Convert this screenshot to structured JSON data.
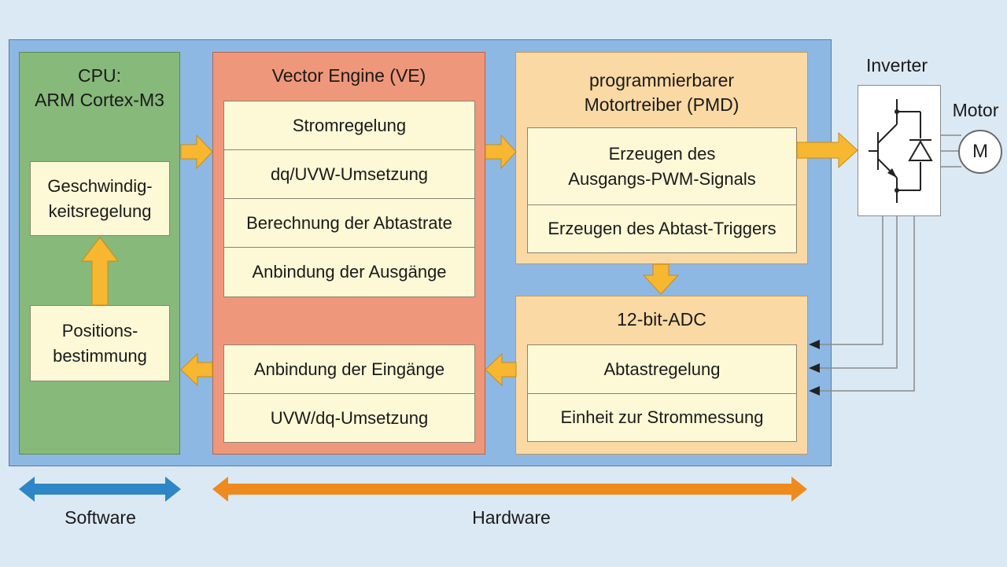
{
  "cpu": {
    "title": "CPU:\nARM Cortex-M3",
    "speed_block": "Geschwindig-\nkeitsregelung",
    "position_block": "Positions-\nbestimmung"
  },
  "vector_engine": {
    "title": "Vector Engine (VE)",
    "upper_blocks": [
      "Stromregelung",
      "dq/UVW-Umsetzung",
      "Berechnung der Abtastrate",
      "Anbindung der Ausgänge"
    ],
    "lower_blocks": [
      "Anbindung der Eingänge",
      "UVW/dq-Umsetzung"
    ]
  },
  "pmd": {
    "title": "programmierbarer\nMotortreiber (PMD)",
    "blocks": [
      "Erzeugen des\nAusgangs-PWM-Signals",
      "Erzeugen des Abtast-Triggers"
    ]
  },
  "adc": {
    "title": "12-bit-ADC",
    "blocks": [
      "Abtastregelung",
      "Einheit zur Strommessung"
    ]
  },
  "inverter": {
    "label": "Inverter"
  },
  "motor": {
    "label": "Motor",
    "symbol": "M"
  },
  "legend": {
    "software": "Software",
    "hardware": "Hardware"
  },
  "colors": {
    "background": "#dbe9f4",
    "frame": "#8db8e4",
    "cpu": "#86b97a",
    "vector_engine": "#ef977a",
    "pmd_adc": "#fad9a4",
    "block": "#fdf9d6",
    "arrow_fill": "#f7b731",
    "software_arrow": "#2f86c6",
    "hardware_arrow": "#ee8a1e"
  }
}
